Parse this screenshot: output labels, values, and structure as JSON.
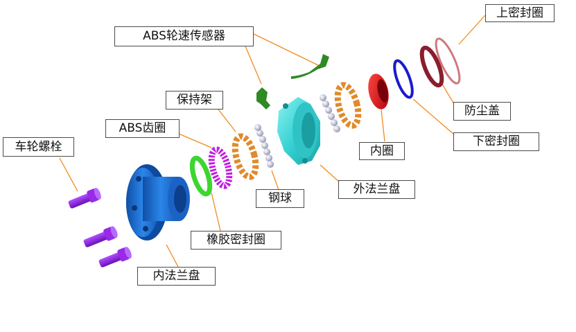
{
  "colors": {
    "leader": "#F08A1C",
    "hub_blue": "#1E73D6",
    "flange_cyan": "#3ED6D6",
    "bolt_purple": "#8A1FD8",
    "abs_ring_magenta": "#C21FE0",
    "rubber_seal_green": "#3CD62E",
    "cage_orange": "#E08A2A",
    "ball_silver": "#B9B9D2",
    "inner_ring_red": "#D8141C",
    "lower_seal_blue": "#1A1ACF",
    "dust_cover_maroon": "#8A1E2E",
    "upper_seal_pink": "#D0787E",
    "sensor_green": "#2E8A22"
  },
  "labels": {
    "upper_seal": "上密封圈",
    "abs_sensor": "ABS轮速传感器",
    "cage": "保持架",
    "abs_gear_ring": "ABS齿圈",
    "wheel_bolt": "车轮螺栓",
    "dust_cover": "防尘盖",
    "lower_seal": "下密封圈",
    "inner_ring": "内圈",
    "outer_flange": "外法兰盘",
    "steel_ball": "钢球",
    "rubber_seal": "橡胶密封圈",
    "inner_flange": "内法兰盘"
  },
  "parts": [
    {
      "key": "wheel_bolt",
      "icon": "bolt-icon"
    },
    {
      "key": "inner_flange",
      "icon": "hub-flange-icon"
    },
    {
      "key": "rubber_seal",
      "icon": "seal-ring-icon"
    },
    {
      "key": "abs_gear_ring",
      "icon": "tone-ring-icon"
    },
    {
      "key": "cage",
      "icon": "cage-icon"
    },
    {
      "key": "steel_ball",
      "icon": "ball-icon"
    },
    {
      "key": "outer_flange",
      "icon": "outer-flange-icon"
    },
    {
      "key": "abs_sensor",
      "icon": "sensor-icon"
    },
    {
      "key": "inner_ring",
      "icon": "inner-ring-icon"
    },
    {
      "key": "lower_seal",
      "icon": "seal-ring-icon"
    },
    {
      "key": "dust_cover",
      "icon": "dust-cover-icon"
    },
    {
      "key": "upper_seal",
      "icon": "seal-ring-icon"
    }
  ]
}
